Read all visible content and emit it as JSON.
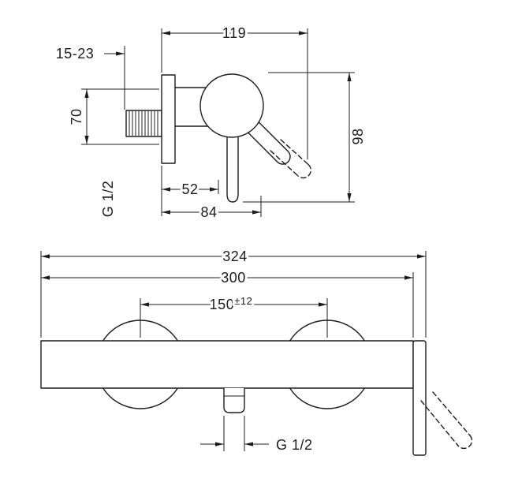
{
  "colors": {
    "line": "#1c1c1c",
    "background": "#ffffff"
  },
  "side_view": {
    "dims": {
      "depth_total": "119",
      "wall_range": "15-23",
      "height_upper": "70",
      "thread_label": "G 1/2",
      "height_total": "98",
      "depth_spout": "52",
      "depth_outlet": "84"
    }
  },
  "front_view": {
    "dims": {
      "width_total": "324",
      "width_body": "300",
      "centers_value": "150",
      "centers_tolerance": "±12",
      "thread_label": "G 1/2"
    }
  }
}
